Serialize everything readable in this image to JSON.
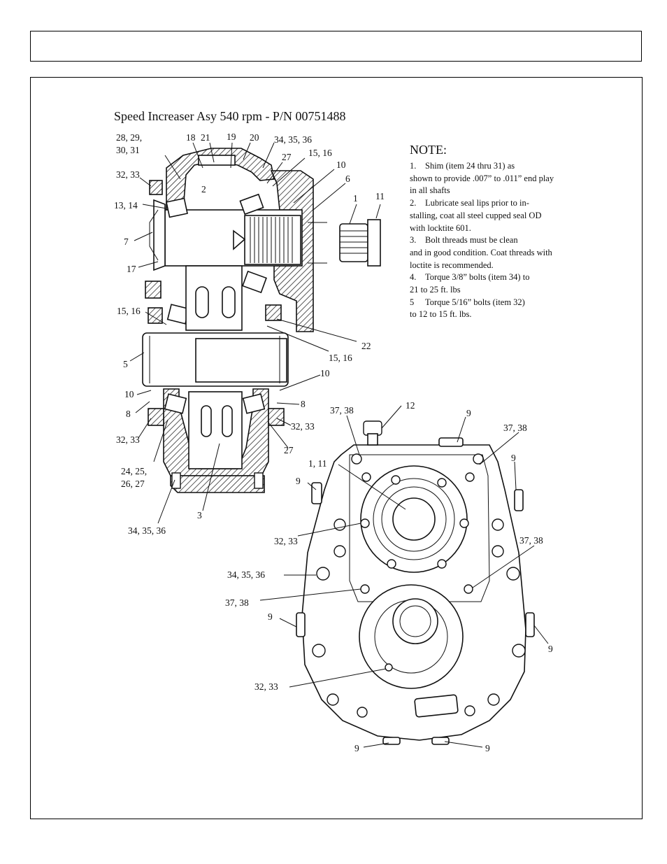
{
  "figure": {
    "title": "Speed Increaser Asy 540 rpm - P/N 00751488"
  },
  "note": {
    "heading": "NOTE:",
    "items": [
      {
        "num": "1.",
        "first": "Shim (item 24 thru 31) as",
        "rest": "shown to provide .007” to .011” end play in all shafts"
      },
      {
        "num": "2.",
        "first": "Lubricate seal lips prior to in-",
        "rest": "stalling, coat all steel cupped seal OD with locktite 601."
      },
      {
        "num": "3.",
        "first": "Bolt threads must be clean",
        "rest": "and in good condition. Coat threads with loctite is recommended."
      },
      {
        "num": "4.",
        "first": "Torque 3/8” bolts (item 34) to",
        "rest": "21 to 25 ft. lbs"
      },
      {
        "num": "5",
        "first": "Torque 5/16” bolts (item 32)",
        "rest": "to 12 to 15 ft. lbs."
      }
    ]
  },
  "callouts": {
    "c28_29": "28, 29,",
    "c30_31": "30, 31",
    "c18": "18",
    "c21": "21",
    "c19": "19",
    "c20": "20",
    "c34_35_36_top": "34, 35, 36",
    "c27_top": "27",
    "c15_16_top": "15, 16",
    "c10_top": "10",
    "c6": "6",
    "c1": "1",
    "c11": "11",
    "c32_33_top": "32, 33",
    "c13_14": "13, 14",
    "c2": "2",
    "c7": "7",
    "c17": "17",
    "c15_16_left": "15, 16",
    "c22": "22",
    "c15_16_mid": "15, 16",
    "c5": "5",
    "c10_left": "10",
    "c10_right": "10",
    "c8_left": "8",
    "c8_right": "8",
    "c32_33_left": "32, 33",
    "c32_33_right": "32, 33",
    "c27_bottom": "27",
    "c24_25": "24, 25,",
    "c26_27": "26, 27",
    "c3": "3",
    "c34_35_36_bottom": "34, 35, 36",
    "c37_38_a": "37, 38",
    "c12": "12",
    "c9_top": "9",
    "c37_38_b": "37, 38",
    "c9_right_a": "9",
    "c1_11": "1, 11",
    "c9_left_a": "9",
    "c32_33_front": "32, 33",
    "c37_38_c": "37, 38",
    "c34_35_36_front": "34, 35, 36",
    "c37_38_d": "37, 38",
    "c9_left_b": "9",
    "c9_right_b": "9",
    "c32_33_lower": "32, 33",
    "c9_bottom_left": "9",
    "c9_bottom_right": "9"
  }
}
